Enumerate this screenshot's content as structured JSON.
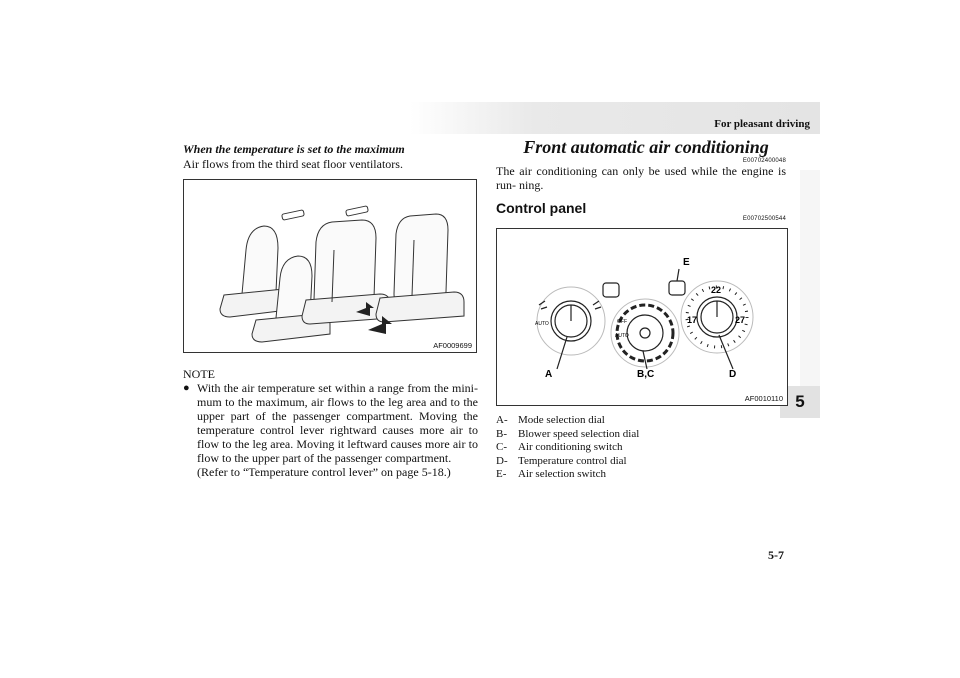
{
  "header": {
    "title": "For pleasant driving"
  },
  "left": {
    "subheading": "When the temperature is set to the maximum",
    "intro": "Air flows from the third seat floor ventilators.",
    "figure_code": "AF0009699",
    "note_label": "NOTE",
    "note_paragraph": "With the air temperature set within a range from the mini- mum to the maximum, air flows to the leg area and to the upper part of the passenger compartment. Moving the temperature control lever rightward causes more air to flow to the leg area. Moving it leftward causes more air to flow to the upper part of the passenger compartment.",
    "note_ref": "(Refer to “Temperature control lever” on page 5-18.)"
  },
  "right": {
    "title": "Front automatic air conditioning",
    "title_code": "E00702400048",
    "intro": "The air conditioning can only be used while the engine is run- ning.",
    "section_title": "Control panel",
    "section_code": "E00702500544",
    "figure_code": "AF0010110",
    "callouts": {
      "a": "A",
      "bc": "B,C",
      "d": "D",
      "e": "E"
    },
    "dial_marks": {
      "off": "OFF",
      "auto": "AUTO",
      "t17": "17",
      "t22": "22",
      "t27": "27"
    },
    "legend": [
      {
        "key": "A-",
        "text": "Mode selection dial"
      },
      {
        "key": "B-",
        "text": "Blower speed selection dial"
      },
      {
        "key": "C-",
        "text": "Air conditioning switch"
      },
      {
        "key": "D-",
        "text": "Temperature control dial"
      },
      {
        "key": "E-",
        "text": "Air selection switch"
      }
    ]
  },
  "side_tab": "5",
  "page_number": "5-7"
}
